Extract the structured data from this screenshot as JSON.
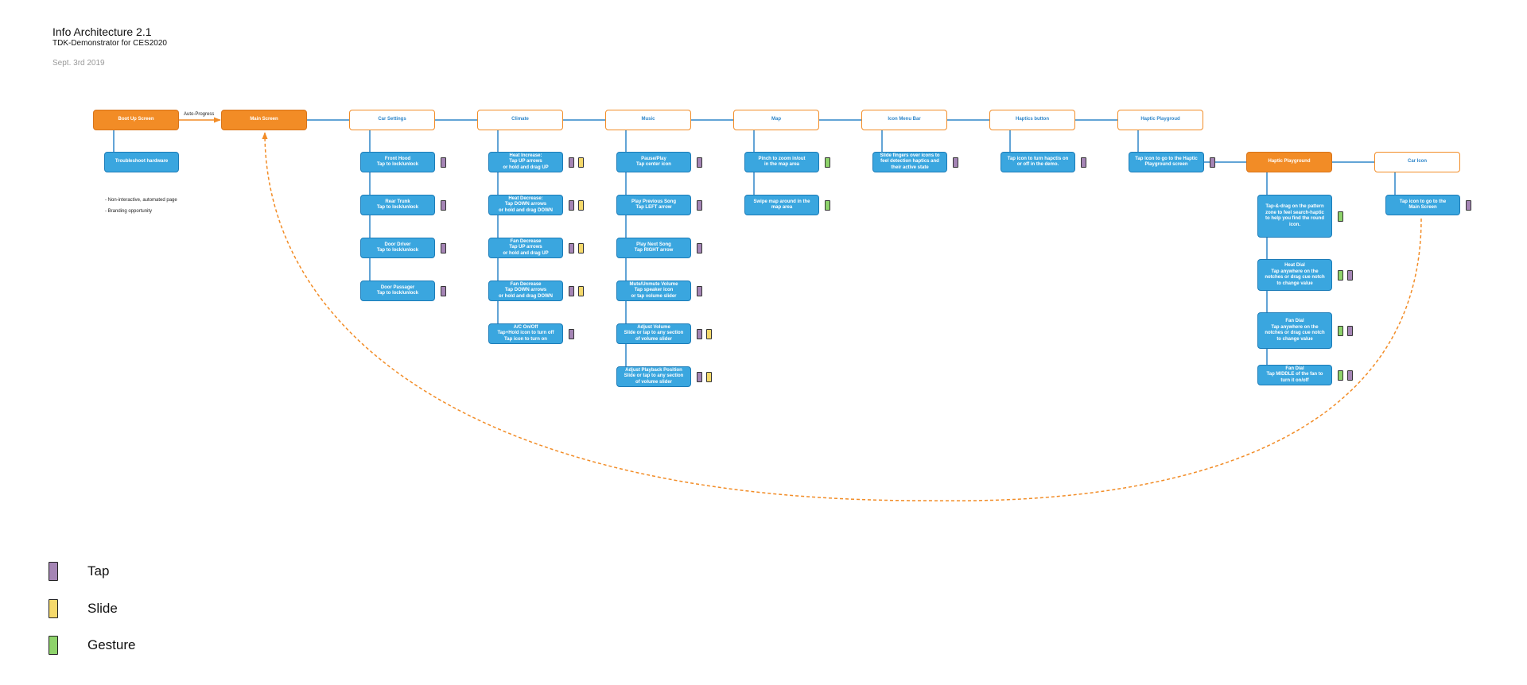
{
  "header": {
    "title": "Info Architecture 2.1",
    "subtitle": "TDK-Demonstrator for CES2020",
    "date": "Sept. 3rd 2019"
  },
  "edge_label": "Auto-Progress",
  "notes": [
    "- Non-interactive, automated page",
    "- Branding opportunity"
  ],
  "colors": {
    "orange": "#f28c26",
    "blue": "#3aa6df",
    "line": "#2f86c9",
    "tap": "#a585b5",
    "slide": "#f5d96b",
    "gesture": "#8ed36b"
  },
  "legend": [
    {
      "label": "Tap",
      "type": "tap"
    },
    {
      "label": "Slide",
      "type": "slide"
    },
    {
      "label": "Gesture",
      "type": "gesture"
    }
  ],
  "top_nodes": [
    {
      "id": "boot",
      "label": "Boot Up Screen",
      "style": "orange"
    },
    {
      "id": "main",
      "label": "Main Screen",
      "style": "orange"
    },
    {
      "id": "car",
      "label": "Car Settings",
      "style": "outline"
    },
    {
      "id": "climate",
      "label": "Climate",
      "style": "outline"
    },
    {
      "id": "music",
      "label": "Music",
      "style": "outline"
    },
    {
      "id": "map",
      "label": "Map",
      "style": "outline"
    },
    {
      "id": "iconbar",
      "label": "Icon Menu Bar",
      "style": "outline"
    },
    {
      "id": "haptics",
      "label": "Haptics button",
      "style": "outline"
    },
    {
      "id": "playground",
      "label": "Haptic Playgroud",
      "style": "outline"
    }
  ],
  "second_nodes": [
    {
      "id": "hp2",
      "label": "Haptic Playground",
      "style": "orange"
    },
    {
      "id": "caricon",
      "label": "Car Icon",
      "style": "outline"
    }
  ],
  "children": {
    "boot": [
      {
        "label": "Troubleshoot hardware",
        "gestures": []
      }
    ],
    "car": [
      {
        "label": "Front Hood\nTap to lock/unlock",
        "gestures": [
          "tap"
        ]
      },
      {
        "label": "Rear Trunk\nTap to lock/unlock",
        "gestures": [
          "tap"
        ]
      },
      {
        "label": "Door Driver\nTap to lock/unlock",
        "gestures": [
          "tap"
        ]
      },
      {
        "label": "Door Passager\nTap to lock/unlock",
        "gestures": [
          "tap"
        ]
      }
    ],
    "climate": [
      {
        "label": "Heat Increase:\nTap UP arrows\nor hold and drag UP",
        "gestures": [
          "tap",
          "slide"
        ]
      },
      {
        "label": "Heat Decrease:\nTap DOWN arrows\nor hold and drag DOWN",
        "gestures": [
          "tap",
          "slide"
        ]
      },
      {
        "label": "Fan Decrease\nTap UP arrows\nor hold and drag UP",
        "gestures": [
          "tap",
          "slide"
        ]
      },
      {
        "label": "Fan Decrease\nTap DOWN arrows\nor hold and drag DOWN",
        "gestures": [
          "tap",
          "slide"
        ]
      },
      {
        "label": "A/C On/Off\nTap+Hold icon to turn off\nTap icon to turn on",
        "gestures": [
          "tap"
        ]
      }
    ],
    "music": [
      {
        "label": "Pause/Play\nTap center icon",
        "gestures": [
          "tap"
        ]
      },
      {
        "label": "Play Previous Song\nTap LEFT arrow",
        "gestures": [
          "tap"
        ]
      },
      {
        "label": "Play Next Song\nTap RIGHT arrow",
        "gestures": [
          "tap"
        ]
      },
      {
        "label": "Mute/Unmute Volume\nTap speaker icon\nor tap volume slider",
        "gestures": [
          "tap"
        ]
      },
      {
        "label": "Adjust Volume\nSlide or tap to any section\nof volume slider",
        "gestures": [
          "tap",
          "slide"
        ]
      },
      {
        "label": "Adjust Playback Position\nSlide or tap to any section\nof volume slider",
        "gestures": [
          "tap",
          "slide"
        ]
      }
    ],
    "map": [
      {
        "label": "Pinch to zoom in/out\nin the map area",
        "gestures": [
          "gesture"
        ]
      },
      {
        "label": "Swipe map around in the\nmap area",
        "gestures": [
          "gesture"
        ]
      }
    ],
    "iconbar": [
      {
        "label": "Slide fingers over icons to\nfeel detection haptics and\ntheir active state",
        "gestures": [
          "tap"
        ]
      }
    ],
    "haptics": [
      {
        "label": "Tap icon to turn hapctis on\nor off in the demo.",
        "gestures": [
          "tap"
        ]
      }
    ],
    "playground": [
      {
        "label": "Tap icon to go to the Haptic\nPlayground screen",
        "gestures": [
          "tap"
        ]
      }
    ],
    "hp2": [
      {
        "label": "Tap-&-drag on the pattern\nzone to feel search-haptic\nto help you find the round\nicon.",
        "gestures": [
          "gesture"
        ]
      },
      {
        "label": "Heat Dial\nTap anywhere on the\nnotches or drag cue notch\nto change value",
        "gestures": [
          "gesture",
          "tap"
        ]
      },
      {
        "label": "Fan Dial\nTap anywhere on the\nnotches or drag cue notch\nto change value",
        "gestures": [
          "gesture",
          "tap"
        ]
      },
      {
        "label": "Fan Dial\nTap MIDDLE of the fan to\nturn it on/off",
        "gestures": [
          "gesture",
          "tap"
        ]
      }
    ],
    "caricon": [
      {
        "label": "Tap icon to go to the\nMain Screen",
        "gestures": [
          "tap"
        ]
      }
    ]
  }
}
